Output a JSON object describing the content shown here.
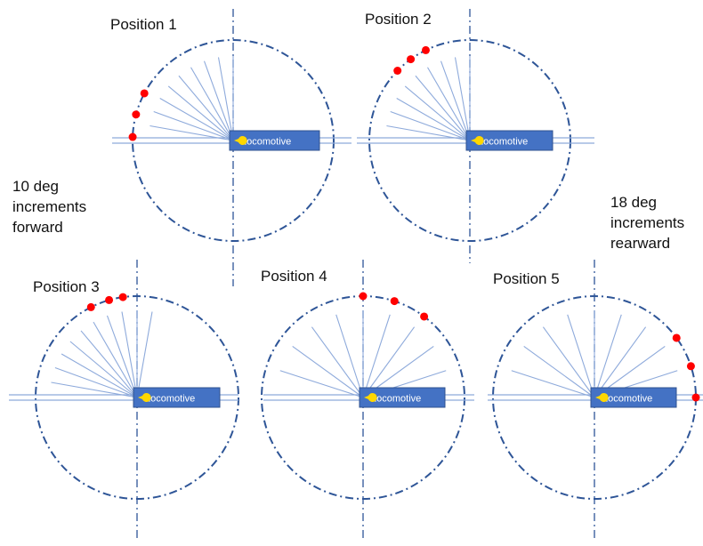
{
  "diagrams": [
    {
      "title": "Position 1",
      "locomotive_label": "Locomotive",
      "ray_angles_deg": [
        90,
        100,
        110,
        120,
        130,
        140,
        150,
        160,
        170
      ],
      "marker_angles_deg": [
        152,
        165,
        178
      ]
    },
    {
      "title": "Position 2",
      "locomotive_label": "Locomotive",
      "ray_angles_deg": [
        90,
        100,
        110,
        120,
        130,
        140,
        150,
        160,
        170
      ],
      "marker_angles_deg": [
        116,
        126,
        136
      ]
    },
    {
      "title": "Position 3",
      "locomotive_label": "Locomotive",
      "ray_angles_deg": [
        80,
        90,
        100,
        110,
        120,
        130,
        140,
        150,
        160,
        170
      ],
      "marker_angles_deg": [
        98,
        106,
        117
      ]
    },
    {
      "title": "Position 4",
      "locomotive_label": "Locomotive",
      "ray_angles_deg": [
        18,
        36,
        54,
        72,
        90,
        108,
        126,
        144,
        162
      ],
      "marker_angles_deg": [
        53,
        72,
        90
      ]
    },
    {
      "title": "Position 5",
      "locomotive_label": "Locomotive",
      "ray_angles_deg": [
        18,
        36,
        54,
        72,
        90,
        108,
        126,
        144,
        162
      ],
      "marker_angles_deg": [
        0,
        18,
        36
      ]
    }
  ],
  "notes": {
    "forward": [
      "10 deg",
      "increments",
      "forward"
    ],
    "rearward": [
      "18 deg",
      "increments",
      "rearward"
    ]
  },
  "colors": {
    "circle": "#2e5597",
    "ray": "#8eaadb",
    "track": "#8eaadb",
    "locomotive_fill": "#4472c4",
    "locomotive_border": "#2f528f",
    "locomotive_text": "#ffffff",
    "marker": "#ff0000",
    "pivot": "#ffd700"
  }
}
